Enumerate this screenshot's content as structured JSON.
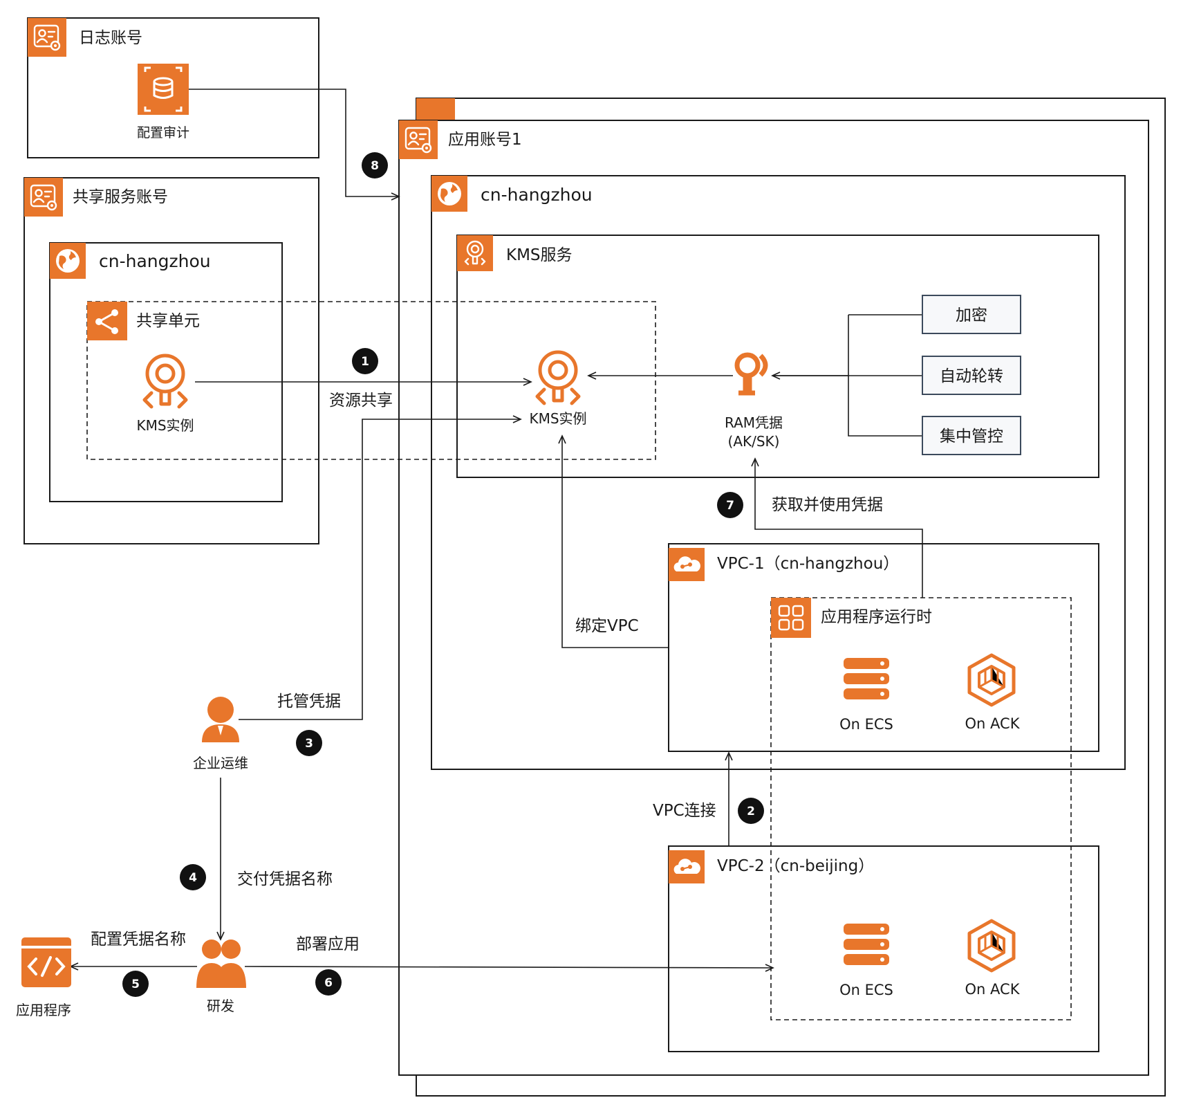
{
  "accounts": {
    "log": {
      "title": "日志账号",
      "config_audit": "配置审计"
    },
    "shared": {
      "title": "共享服务账号",
      "region": "cn-hangzhou",
      "unit": "共享单元",
      "kms_instance": "KMS实例"
    },
    "app": {
      "title": "应用账号1",
      "region": "cn-hangzhou",
      "kms_service": "KMS服务",
      "kms_instance": "KMS实例",
      "ram_credential_line1": "RAM凭据",
      "ram_credential_line2": "(AK/SK)"
    }
  },
  "kms_features": [
    "加密",
    "自动轮转",
    "集中管控"
  ],
  "vpc1": {
    "title": "VPC-1（cn-hangzhou）",
    "runtime": "应用程序运行时",
    "ecs": "On ECS",
    "ack": "On ACK"
  },
  "vpc2": {
    "title": "VPC-2（cn-beijing）",
    "ecs": "On ECS",
    "ack": "On ACK"
  },
  "actors": {
    "ops": "企业运维",
    "dev": "研发",
    "app": "应用程序"
  },
  "steps": [
    {
      "num": "1",
      "label": "资源共享"
    },
    {
      "num": "2",
      "label": "VPC连接"
    },
    {
      "num": "3",
      "label": "托管凭据"
    },
    {
      "num": "4",
      "label": "交付凭据名称"
    },
    {
      "num": "5",
      "label": "配置凭据名称"
    },
    {
      "num": "6",
      "label": "部署应用"
    },
    {
      "num": "7",
      "label": "获取并使用凭据"
    },
    {
      "num": "8",
      "label": ""
    }
  ],
  "bind_vpc": "绑定VPC",
  "colors": {
    "accent": "#e8762b",
    "line": "#1a1a1a",
    "button_border": "#3c4a5c"
  },
  "icons": [
    "account-icon",
    "config-audit-icon",
    "region-globe-icon",
    "share-icon",
    "kms-icon",
    "key-icon",
    "cloud-vpc-icon",
    "apps-grid-icon",
    "server-icon",
    "container-icon",
    "user-icon",
    "users-icon",
    "code-icon"
  ]
}
